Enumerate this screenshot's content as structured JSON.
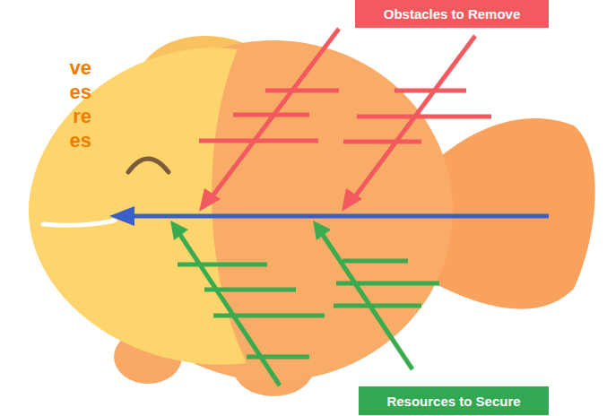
{
  "diagram": {
    "nodes": [
      {
        "text": [
          "Obstacles to Remove"
        ]
      },
      {
        "text": [
          "Resources to Secure"
        ]
      }
    ],
    "labels": [
      "ve es re es"
    ]
  }
}
